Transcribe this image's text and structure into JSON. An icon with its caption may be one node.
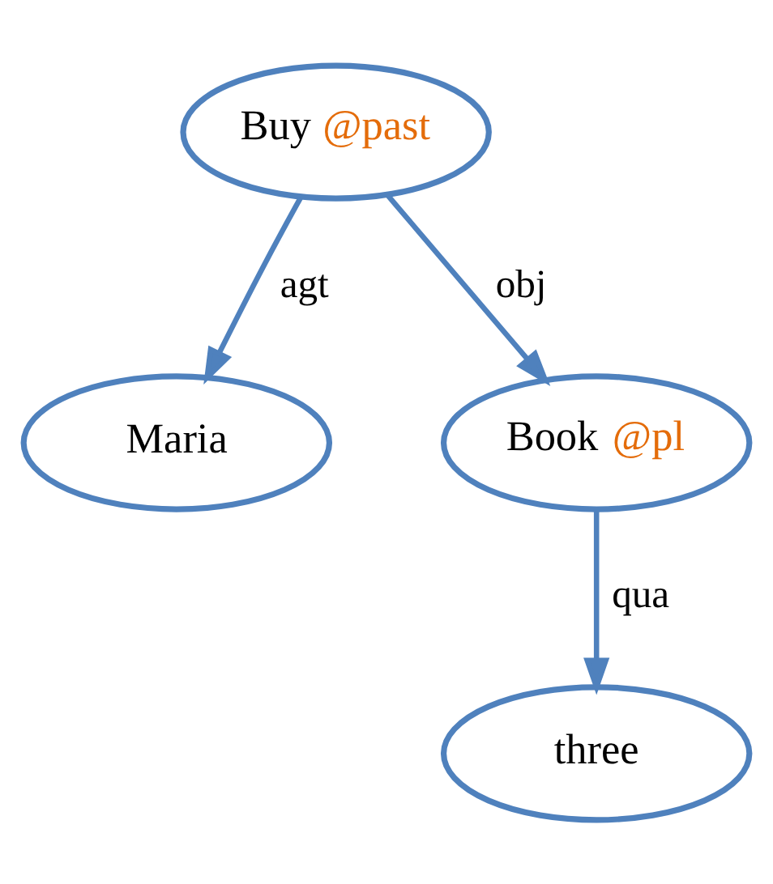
{
  "diagram": {
    "nodes": [
      {
        "text": [
          "Buy @past"
        ]
      },
      {
        "text": [
          "Maria"
        ]
      },
      {
        "text": [
          "Book @pl"
        ]
      },
      {
        "text": [
          "three"
        ]
      }
    ],
    "edges": [
      {
        "from": 0,
        "to": 1,
        "arrow": "to",
        "label": "agt"
      },
      {
        "from": 0,
        "to": 2,
        "arrow": "to",
        "label": "obj"
      },
      {
        "from": 2,
        "to": 3,
        "arrow": "to",
        "label": "qua"
      }
    ]
  }
}
